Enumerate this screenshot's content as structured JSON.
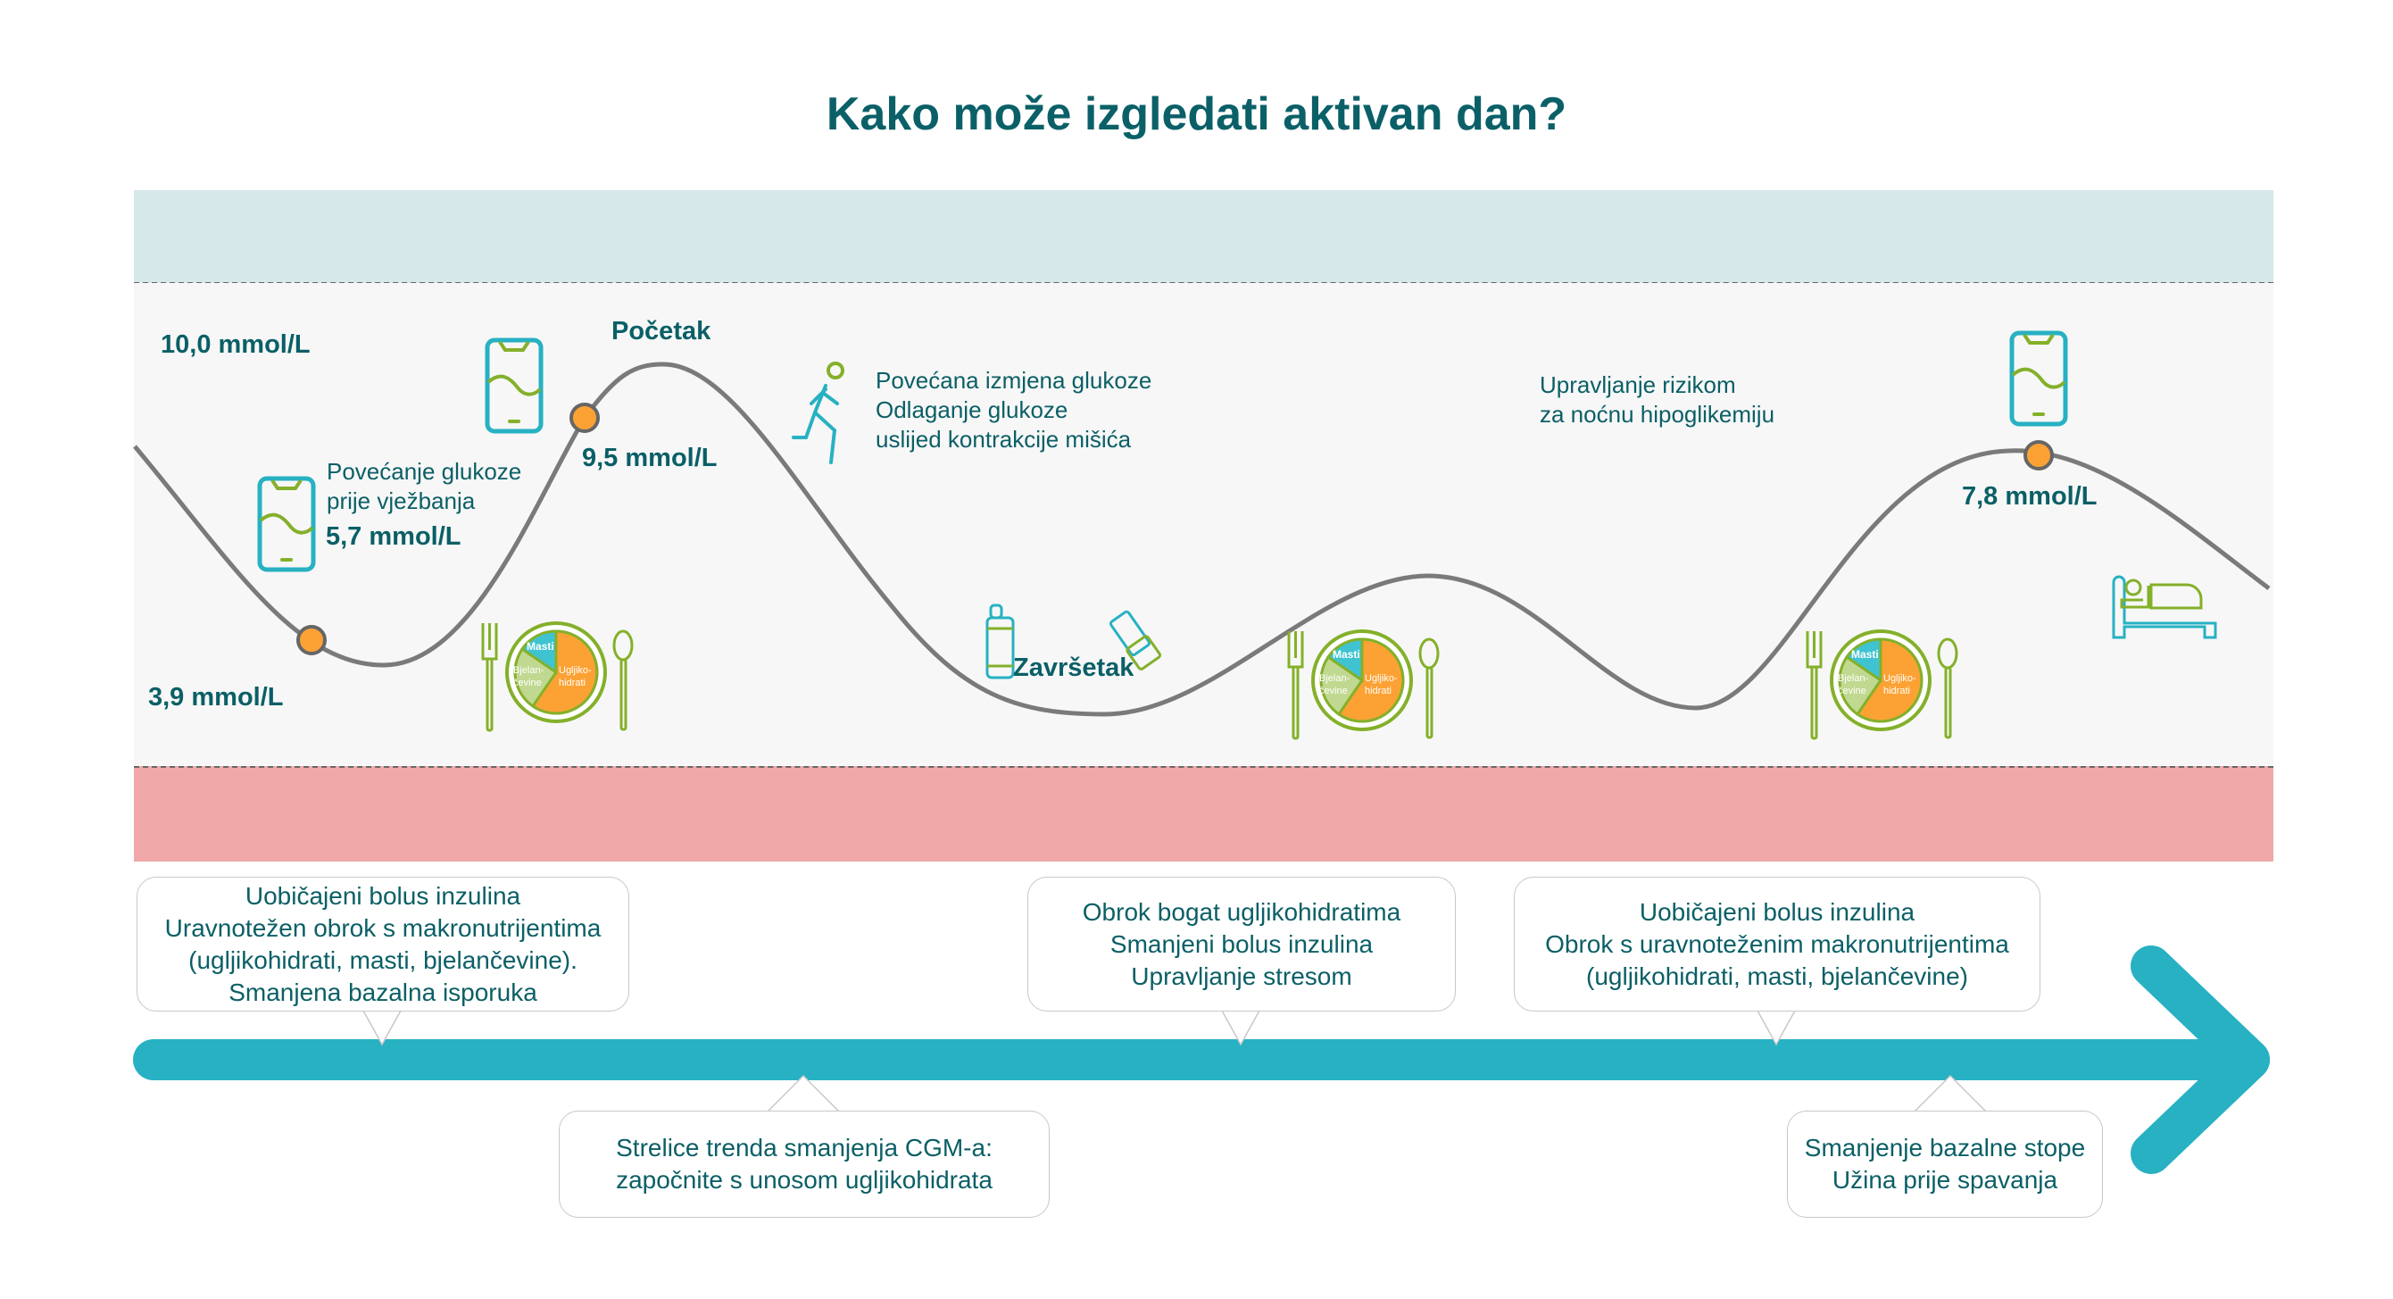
{
  "title": "Kako može izgledati aktivan dan?",
  "colors": {
    "teal_text": "#0b5f66",
    "arrow": "#27b1c3",
    "high_band": "#d7e8eb",
    "low_band": "#f0a8a8",
    "dot": "#fca234",
    "curve": "#7a7a7a",
    "green": "#84b02a"
  },
  "labels": {
    "high_threshold": "10,0 mmol/L",
    "low_threshold": "3,9 mmol/L",
    "pre_exercise_note": [
      "Povećanje glukoze",
      "prije vježbanja"
    ],
    "pre_exercise_value": "5,7 mmol/L",
    "start": "Početak",
    "start_value": "9,5 mmol/L",
    "exercise_note": [
      "Povećana izmjena glukoze",
      "Odlaganje glukoze",
      "uslijed kontrakcije mišića"
    ],
    "end": "Završetak",
    "night_note": [
      "Upravljanje rizikom",
      "za noćnu hipoglikemiju"
    ],
    "evening_value": "7,8 mmol/L"
  },
  "plate": {
    "fat": "Masti",
    "protein": "Bjelan-\nčevine",
    "protein_lines": [
      "Bjelan-",
      "čevine"
    ],
    "carbs_lines": [
      "Ugljiko-",
      "hidrati"
    ]
  },
  "callouts": {
    "top": [
      {
        "lines": [
          "Uobičajeni bolus inzulina",
          "Uravnotežen obrok s makronutrijentima",
          "(ugljikohidrati, masti, bjelančevine).",
          "Smanjena bazalna isporuka"
        ]
      },
      {
        "lines": [
          "Obrok bogat ugljikohidratima",
          "Smanjeni bolus inzulina",
          "Upravljanje stresom"
        ]
      },
      {
        "lines": [
          "Uobičajeni bolus inzulina",
          "Obrok s uravnoteženim makronutrijentima",
          "(ugljikohidrati, masti, bjelančevine)"
        ]
      }
    ],
    "bottom": [
      {
        "lines": [
          "Strelice trenda smanjenja CGM-a:",
          "započnite s unosom ugljikohidrata"
        ]
      },
      {
        "lines": [
          "Smanjenje bazalne stope",
          "Užina prije spavanja"
        ]
      }
    ]
  }
}
